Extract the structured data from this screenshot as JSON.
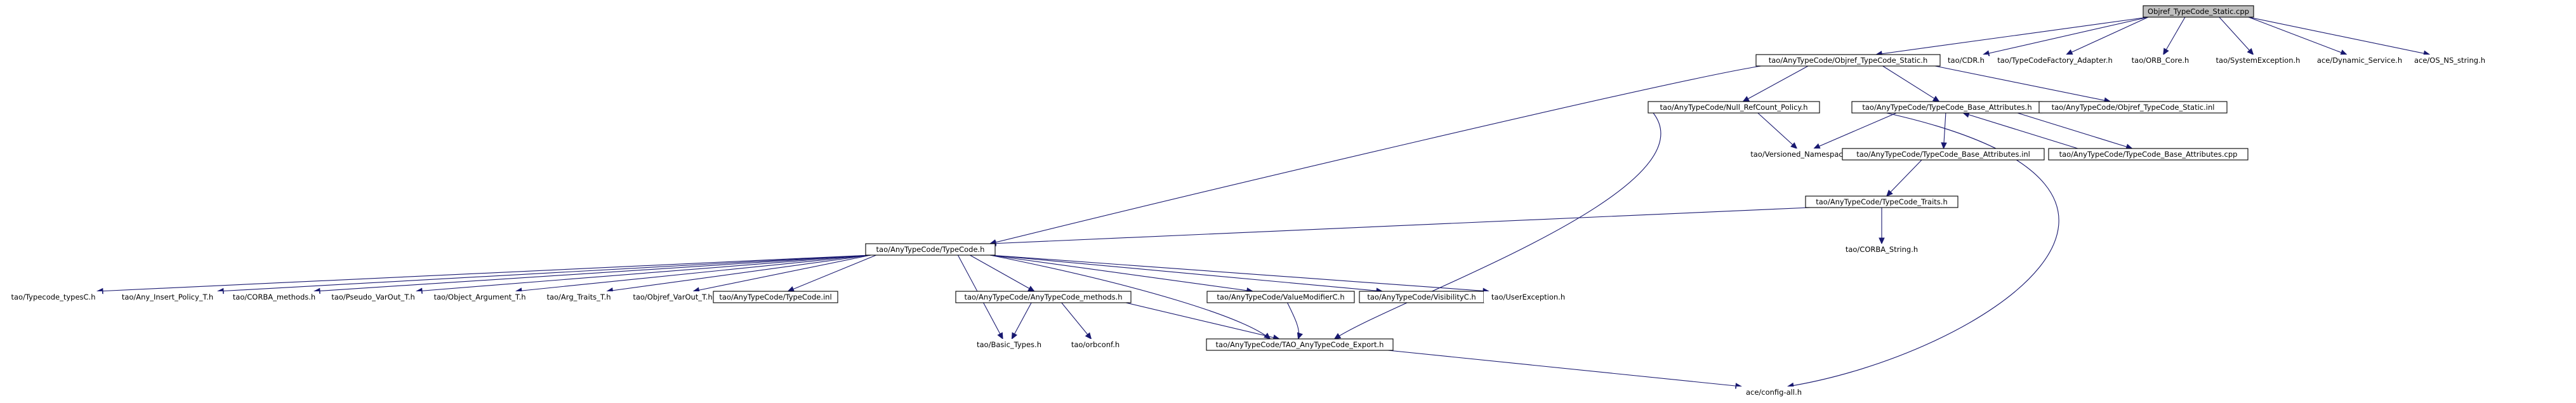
{
  "diagram": {
    "colors": {
      "edge": "#191970",
      "root_fill": "#bfbfbf",
      "node_border": "#000000"
    },
    "nodes": [
      {
        "id": "root",
        "label": "Objref_TypeCode_Static.cpp",
        "style": "root"
      },
      {
        "id": "objref_static_h",
        "label": "tao/AnyTypeCode/Objref_TypeCode_Static.h",
        "style": "framed"
      },
      {
        "id": "cdr_h",
        "label": "tao/CDR.h",
        "style": "plain"
      },
      {
        "id": "factory_adapter_h",
        "label": "tao/TypeCodeFactory_Adapter.h",
        "style": "plain"
      },
      {
        "id": "orb_core_h",
        "label": "tao/ORB_Core.h",
        "style": "plain"
      },
      {
        "id": "system_exception_h",
        "label": "tao/SystemException.h",
        "style": "plain"
      },
      {
        "id": "dynamic_service_h",
        "label": "ace/Dynamic_Service.h",
        "style": "plain"
      },
      {
        "id": "os_ns_string_h",
        "label": "ace/OS_NS_string.h",
        "style": "plain"
      },
      {
        "id": "null_refcount_h",
        "label": "tao/AnyTypeCode/Null_RefCount_Policy.h",
        "style": "framed"
      },
      {
        "id": "base_attr_h",
        "label": "tao/AnyTypeCode/TypeCode_Base_Attributes.h",
        "style": "framed"
      },
      {
        "id": "objref_static_inl",
        "label": "tao/AnyTypeCode/Objref_TypeCode_Static.inl",
        "style": "framed"
      },
      {
        "id": "versioned_ns_h",
        "label": "tao/Versioned_Namespace.h",
        "style": "plain"
      },
      {
        "id": "base_attr_inl",
        "label": "tao/AnyTypeCode/TypeCode_Base_Attributes.inl",
        "style": "framed"
      },
      {
        "id": "base_attr_cpp",
        "label": "tao/AnyTypeCode/TypeCode_Base_Attributes.cpp",
        "style": "framed"
      },
      {
        "id": "traits_h",
        "label": "tao/AnyTypeCode/TypeCode_Traits.h",
        "style": "framed"
      },
      {
        "id": "corba_string_h",
        "label": "tao/CORBA_String.h",
        "style": "plain"
      },
      {
        "id": "typecode_h",
        "label": "tao/AnyTypeCode/TypeCode.h",
        "style": "framed"
      },
      {
        "id": "typecode_typesc_h",
        "label": "tao/Typecode_typesC.h",
        "style": "plain"
      },
      {
        "id": "any_insert_h",
        "label": "tao/Any_Insert_Policy_T.h",
        "style": "plain"
      },
      {
        "id": "corba_methods_h",
        "label": "tao/CORBA_methods.h",
        "style": "plain"
      },
      {
        "id": "pseudo_varout_h",
        "label": "tao/Pseudo_VarOut_T.h",
        "style": "plain"
      },
      {
        "id": "object_argument_h",
        "label": "tao/Object_Argument_T.h",
        "style": "plain"
      },
      {
        "id": "arg_traits_h",
        "label": "tao/Arg_Traits_T.h",
        "style": "plain"
      },
      {
        "id": "objref_varout_h",
        "label": "tao/Objref_VarOut_T.h",
        "style": "plain"
      },
      {
        "id": "typecode_inl",
        "label": "tao/AnyTypeCode/TypeCode.inl",
        "style": "framed"
      },
      {
        "id": "methods_h",
        "label": "tao/AnyTypeCode/AnyTypeCode_methods.h",
        "style": "framed"
      },
      {
        "id": "valuemodifier_h",
        "label": "tao/AnyTypeCode/ValueModifierC.h",
        "style": "framed"
      },
      {
        "id": "visibility_h",
        "label": "tao/AnyTypeCode/VisibilityC.h",
        "style": "framed"
      },
      {
        "id": "user_exception_h",
        "label": "tao/UserException.h",
        "style": "plain"
      },
      {
        "id": "basic_types_h",
        "label": "tao/Basic_Types.h",
        "style": "plain"
      },
      {
        "id": "orbconf_h",
        "label": "tao/orbconf.h",
        "style": "plain"
      },
      {
        "id": "export_h",
        "label": "tao/AnyTypeCode/TAO_AnyTypeCode_Export.h",
        "style": "framed"
      },
      {
        "id": "config_all_h",
        "label": "ace/config-all.h",
        "style": "plain"
      }
    ],
    "edges": [
      {
        "from": "root",
        "to": "objref_static_h"
      },
      {
        "from": "root",
        "to": "cdr_h"
      },
      {
        "from": "root",
        "to": "factory_adapter_h"
      },
      {
        "from": "root",
        "to": "orb_core_h"
      },
      {
        "from": "root",
        "to": "system_exception_h"
      },
      {
        "from": "root",
        "to": "dynamic_service_h"
      },
      {
        "from": "root",
        "to": "os_ns_string_h"
      },
      {
        "from": "objref_static_h",
        "to": "typecode_h"
      },
      {
        "from": "objref_static_h",
        "to": "null_refcount_h"
      },
      {
        "from": "objref_static_h",
        "to": "base_attr_h"
      },
      {
        "from": "objref_static_h",
        "to": "objref_static_inl"
      },
      {
        "from": "null_refcount_h",
        "to": "versioned_ns_h"
      },
      {
        "from": "null_refcount_h",
        "to": "export_h"
      },
      {
        "from": "base_attr_h",
        "to": "versioned_ns_h"
      },
      {
        "from": "base_attr_h",
        "to": "base_attr_inl"
      },
      {
        "from": "base_attr_h",
        "to": "base_attr_cpp"
      },
      {
        "from": "base_attr_h",
        "to": "config_all_h"
      },
      {
        "from": "base_attr_cpp",
        "to": "base_attr_h"
      },
      {
        "from": "base_attr_inl",
        "to": "traits_h"
      },
      {
        "from": "traits_h",
        "to": "typecode_h"
      },
      {
        "from": "traits_h",
        "to": "corba_string_h"
      },
      {
        "from": "typecode_h",
        "to": "typecode_typesc_h"
      },
      {
        "from": "typecode_h",
        "to": "any_insert_h"
      },
      {
        "from": "typecode_h",
        "to": "corba_methods_h"
      },
      {
        "from": "typecode_h",
        "to": "pseudo_varout_h"
      },
      {
        "from": "typecode_h",
        "to": "object_argument_h"
      },
      {
        "from": "typecode_h",
        "to": "arg_traits_h"
      },
      {
        "from": "typecode_h",
        "to": "objref_varout_h"
      },
      {
        "from": "typecode_h",
        "to": "typecode_inl"
      },
      {
        "from": "typecode_h",
        "to": "methods_h"
      },
      {
        "from": "typecode_h",
        "to": "valuemodifier_h"
      },
      {
        "from": "typecode_h",
        "to": "visibility_h"
      },
      {
        "from": "typecode_h",
        "to": "user_exception_h"
      },
      {
        "from": "typecode_h",
        "to": "basic_types_h"
      },
      {
        "from": "typecode_h",
        "to": "export_h"
      },
      {
        "from": "methods_h",
        "to": "basic_types_h"
      },
      {
        "from": "methods_h",
        "to": "orbconf_h"
      },
      {
        "from": "methods_h",
        "to": "export_h"
      },
      {
        "from": "valuemodifier_h",
        "to": "export_h"
      },
      {
        "from": "export_h",
        "to": "config_all_h"
      }
    ]
  }
}
